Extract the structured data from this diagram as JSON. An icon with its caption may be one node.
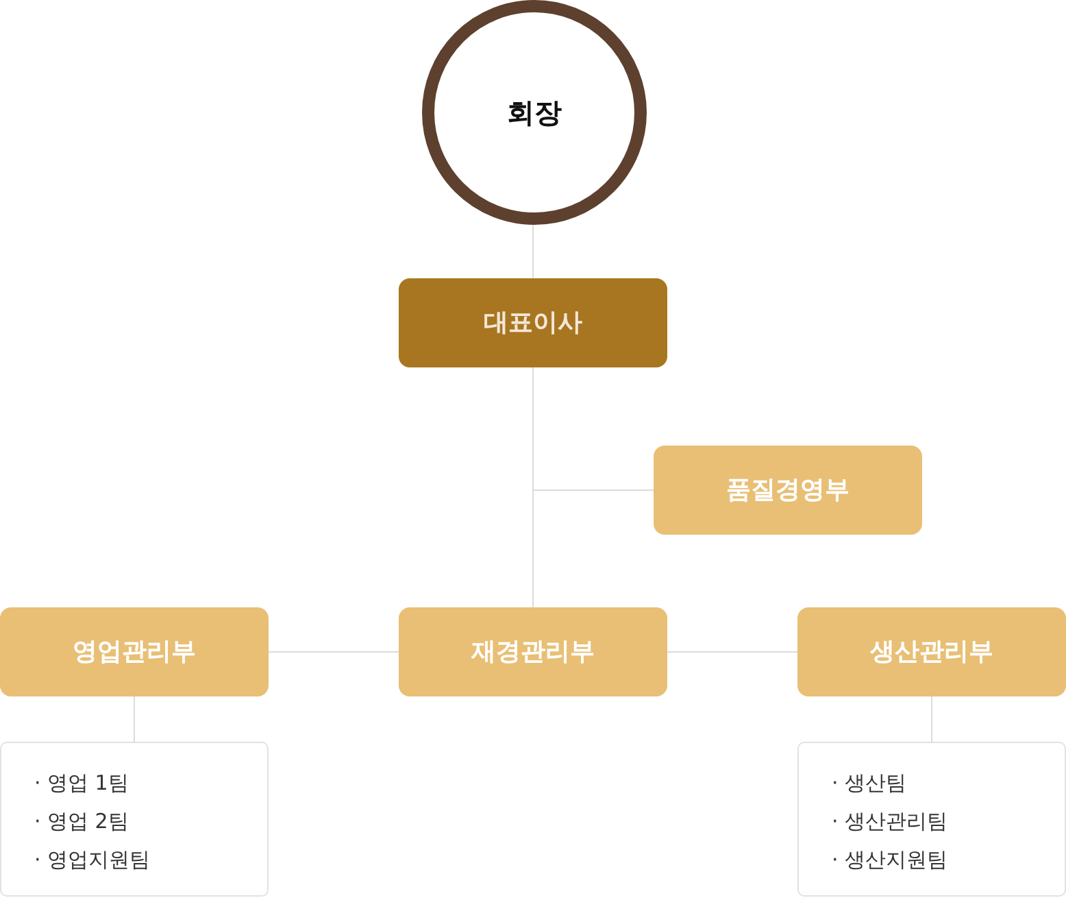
{
  "diagram": {
    "nodes": [
      {
        "text": [
          "회장"
        ]
      },
      {
        "text": [
          "대표이사"
        ]
      },
      {
        "text": [
          "품질경영부"
        ]
      },
      {
        "text": [
          "영업관리부"
        ]
      },
      {
        "text": [
          "재경관리부"
        ]
      },
      {
        "text": [
          "생산관리부"
        ]
      },
      {
        "text": [
          "· 영업 1팀",
          "· 영업 2팀",
          "· 영업지원팀"
        ]
      },
      {
        "text": [
          "· 생산팀",
          "· 생산관리팀",
          "· 생산지원팀"
        ]
      }
    ],
    "edges": [
      {
        "from": 0,
        "to": 1,
        "arrow": "none"
      },
      {
        "from": 1,
        "to": 2,
        "arrow": "none"
      },
      {
        "from": 1,
        "to": 4,
        "arrow": "none"
      },
      {
        "from": 4,
        "to": 3,
        "arrow": "none"
      },
      {
        "from": 4,
        "to": 5,
        "arrow": "none"
      },
      {
        "from": 3,
        "to": 6,
        "arrow": "none"
      },
      {
        "from": 5,
        "to": 7,
        "arrow": "none"
      }
    ]
  }
}
